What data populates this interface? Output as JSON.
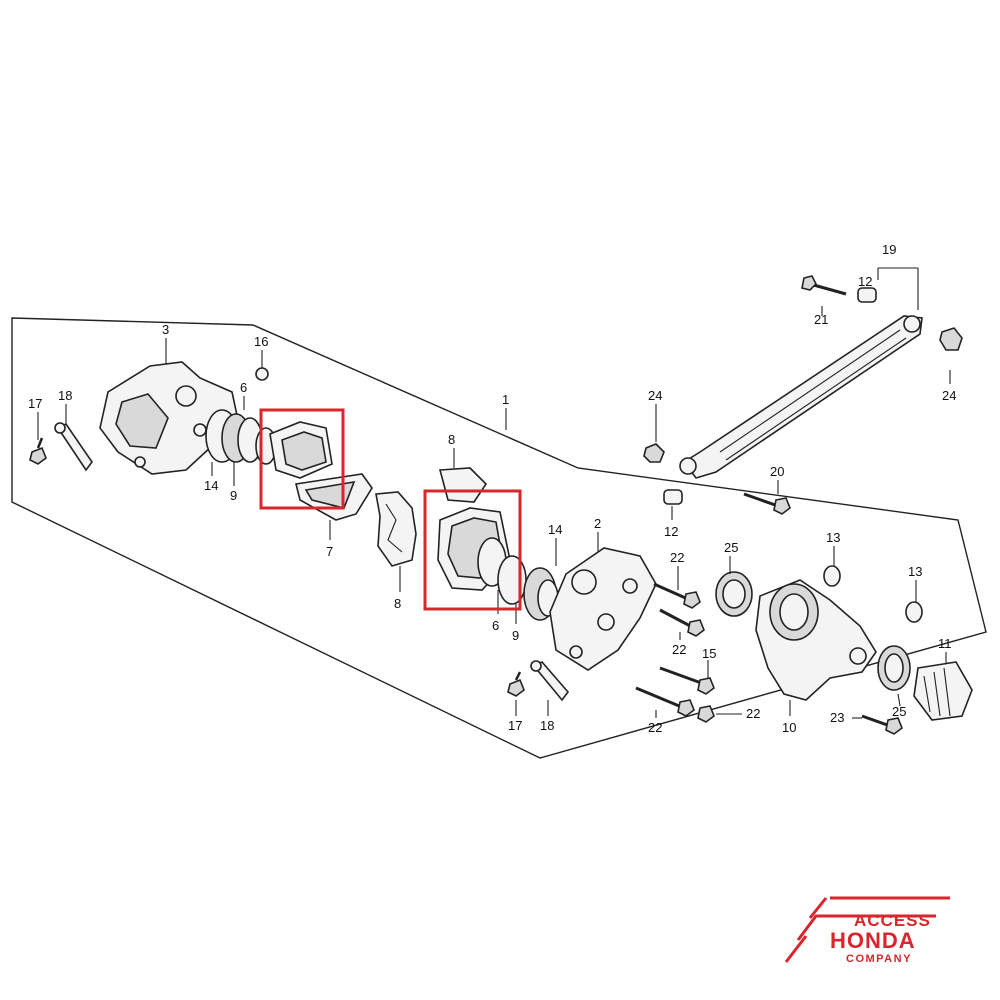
{
  "diagram": {
    "callouts": {
      "c1": "1",
      "c2": "2",
      "c3": "3",
      "c6a": "6",
      "c6b": "6",
      "c7": "7",
      "c8a": "8",
      "c8b": "8",
      "c9a": "9",
      "c9b": "9",
      "c10": "10",
      "c11": "11",
      "c12a": "12",
      "c12b": "12",
      "c13a": "13",
      "c13b": "13",
      "c14a": "14",
      "c14b": "14",
      "c15": "15",
      "c16": "16",
      "c17a": "17",
      "c17b": "17",
      "c18a": "18",
      "c18b": "18",
      "c19": "19",
      "c20": "20",
      "c21": "21",
      "c22a": "22",
      "c22b": "22",
      "c22c": "22",
      "c22d": "22",
      "c23": "23",
      "c24a": "24",
      "c24b": "24",
      "c25a": "25",
      "c25b": "25"
    },
    "highlight_color": "#d9252b"
  },
  "logo": {
    "line1": "ACCESS",
    "line2": "HONDA",
    "line3": "COMPANY",
    "color": "#d9252b"
  }
}
